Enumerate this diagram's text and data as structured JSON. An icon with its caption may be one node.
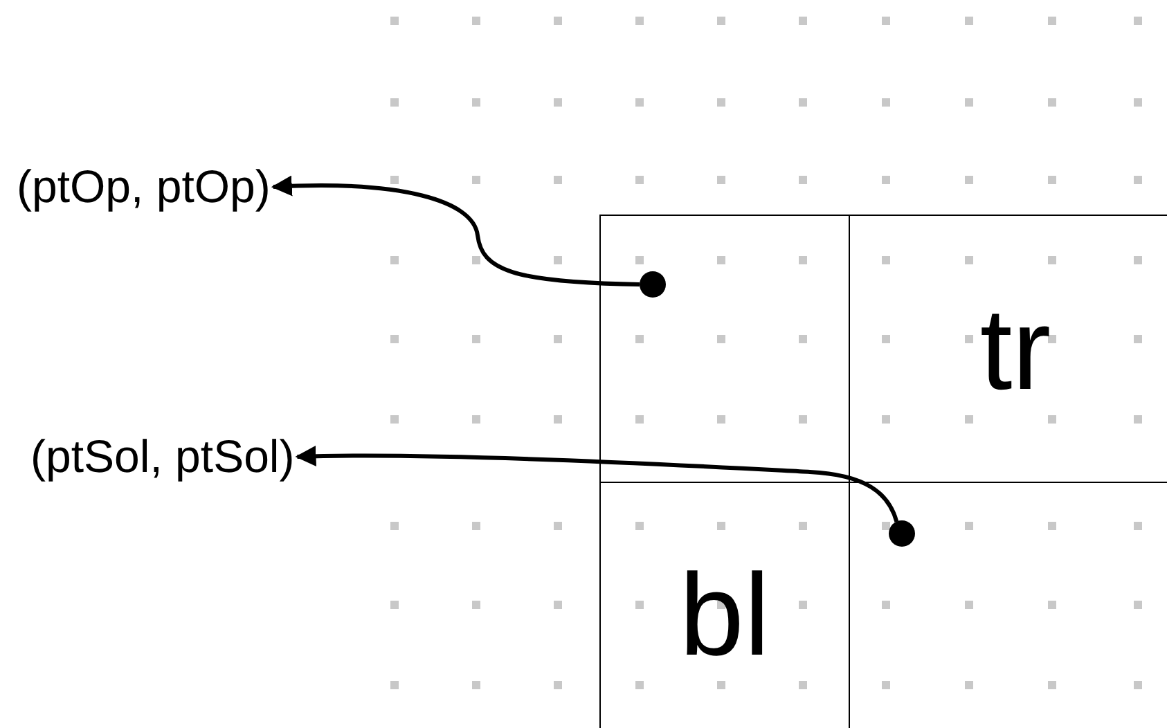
{
  "diagram": {
    "nodes": [
      {
        "text": [
          "(ptOp, ptOp)"
        ]
      },
      {
        "text": [
          "(ptSol, ptSol)"
        ]
      },
      {
        "text": [],
        "shape": "box"
      },
      {
        "text": [
          "tr"
        ]
      },
      {
        "text": [
          "bl"
        ]
      },
      {
        "text": [],
        "shape": "box"
      },
      {
        "text": [],
        "shape": "circle",
        "in": 2
      },
      {
        "text": [],
        "shape": "circle",
        "in": 5
      }
    ],
    "edges": [
      {
        "from": 6,
        "to": 0,
        "arrow": "to"
      },
      {
        "from": 7,
        "to": 1,
        "arrow": "to"
      }
    ]
  }
}
